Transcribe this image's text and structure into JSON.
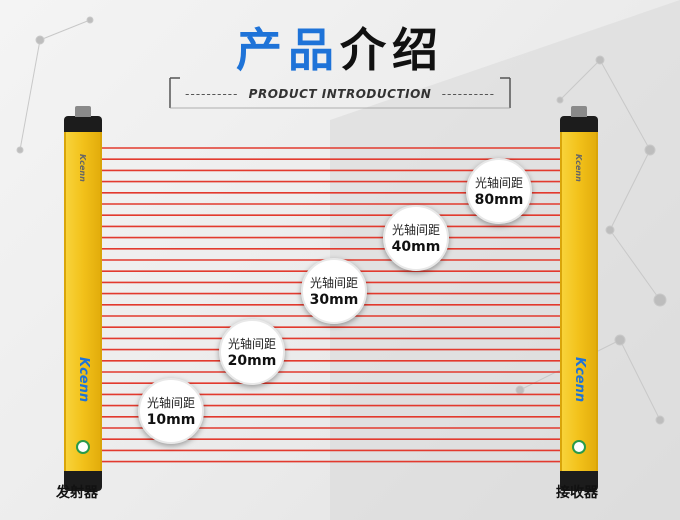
{
  "header": {
    "title_part1": "产品",
    "title_part2": "介绍",
    "dash_left": "----------",
    "subtitle": "PRODUCT INTRODUCTION",
    "dash_right": "----------"
  },
  "emitter": {
    "label": "发射器",
    "brand": "Kcenn"
  },
  "receiver": {
    "label": "接收器",
    "brand": "Kcenn"
  },
  "spacing_callouts": [
    {
      "label": "光轴间距",
      "value": "10mm"
    },
    {
      "label": "光轴间距",
      "value": "20mm"
    },
    {
      "label": "光轴间距",
      "value": "30mm"
    },
    {
      "label": "光轴间距",
      "value": "40mm"
    },
    {
      "label": "光轴间距",
      "value": "80mm"
    }
  ],
  "colors": {
    "beam": "#e23a2e",
    "sensor_yellow": "#f2c11a",
    "accent_blue": "#1e73d8"
  }
}
